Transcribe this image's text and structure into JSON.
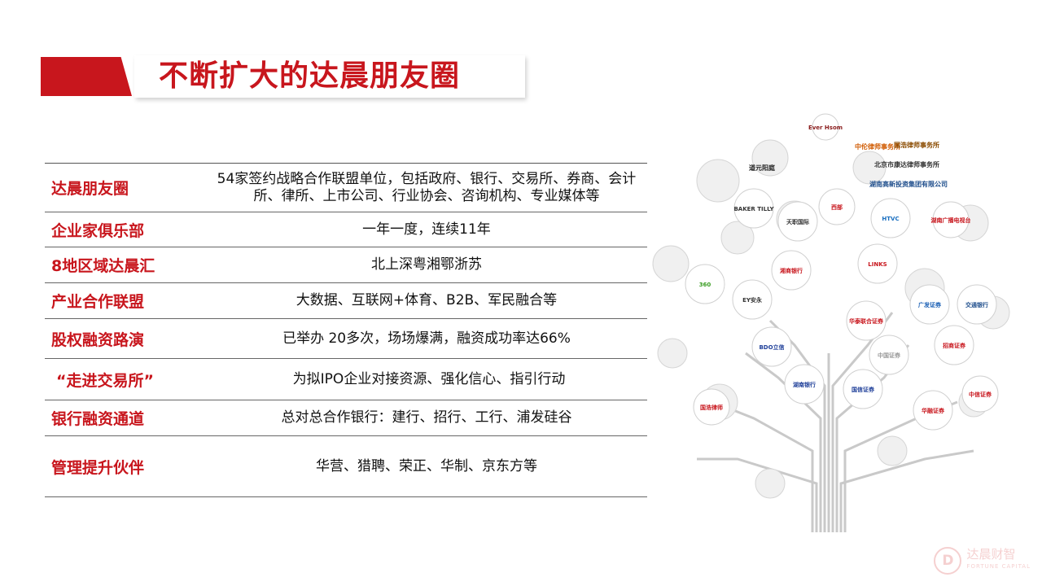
{
  "title": "不断扩大的达晨朋友圈",
  "table": {
    "rows": [
      {
        "category": "达晨朋友圈",
        "description": "54家签约战略合作联盟单位，包括政府、银行、交易所、券商、会计所、律所、上市公司、行业协会、咨询机构、专业媒体等"
      },
      {
        "category": "企业家俱乐部",
        "description": "一年一度，连续11年"
      },
      {
        "category": "8地区域达晨汇",
        "description": "北上深粤湘鄂浙苏"
      },
      {
        "category": "产业合作联盟",
        "description": "大数据、互联网+体育、B2B、军民融合等"
      },
      {
        "category": "股权融资路演",
        "description": "已举办 20多次，场场爆满，融资成功率达66%"
      },
      {
        "category": "“走进交易所”",
        "description": "为拟IPO企业对接资源、强化信心、指引行动"
      },
      {
        "category": "银行融资通道",
        "description": "总对总合作银行：建行、招行、工行、浦发硅谷"
      },
      {
        "category": "管理提升伙伴",
        "description": "华营、猎聘、荣正、华制、京东方等"
      }
    ]
  },
  "tree": {
    "trunk_color": "#c9c9c9",
    "logos": [
      {
        "text": "Ever Hsom",
        "color": "#8a1c1c"
      },
      {
        "text": "中伦律师事务所",
        "color": "#d05a00"
      },
      {
        "text": "国浩律师事务所",
        "color": "#8a4b00"
      },
      {
        "text": "道元阳庭",
        "color": "#222222"
      },
      {
        "text": "北京市康达律师事务所",
        "color": "#333333"
      },
      {
        "text": "湖南高新投资集团有限公司",
        "color": "#1f4e8c"
      },
      {
        "text": "BAKER TILLY",
        "color": "#333333"
      },
      {
        "text": "天职国际",
        "color": "#333333"
      },
      {
        "text": "西部",
        "color": "#c8161d"
      },
      {
        "text": "HTVC",
        "color": "#1a6fc0"
      },
      {
        "text": "湖南广播电视台",
        "color": "#c8161d"
      },
      {
        "text": "360",
        "color": "#3a9d23"
      },
      {
        "text": "EY安永",
        "color": "#333333"
      },
      {
        "text": "湘商银行",
        "color": "#c8161d"
      },
      {
        "text": "LINKS",
        "color": "#c8161d"
      },
      {
        "text": "广发证券",
        "color": "#1a5fb4"
      },
      {
        "text": "交通银行",
        "color": "#1f4e8c"
      },
      {
        "text": "华泰联合证券",
        "color": "#c8161d"
      },
      {
        "text": "BDO立信",
        "color": "#1f3f99"
      },
      {
        "text": "招商证券",
        "color": "#c8161d"
      },
      {
        "text": "中国证券",
        "color": "#999999"
      },
      {
        "text": "湖南银行",
        "color": "#1f3f99"
      },
      {
        "text": "国信证券",
        "color": "#1f3f99"
      },
      {
        "text": "中信证券",
        "color": "#c8161d"
      },
      {
        "text": "国浩律师",
        "color": "#c8161d"
      },
      {
        "text": "华融证券",
        "color": "#c8161d"
      }
    ]
  },
  "watermark": {
    "main": "达晨财智",
    "sub": "FORTUNE CAPITAL"
  }
}
